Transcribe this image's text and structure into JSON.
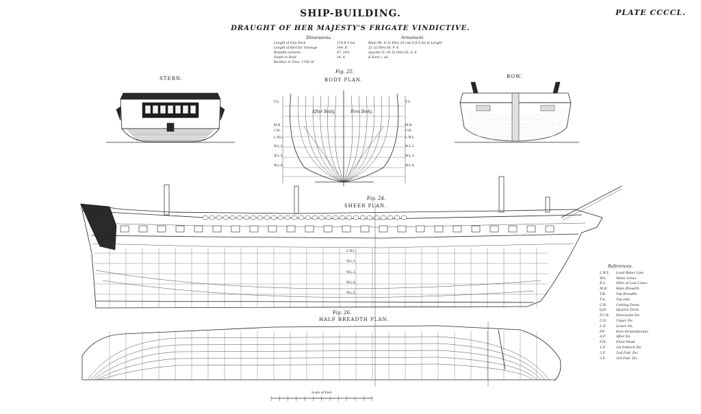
{
  "header": {
    "title": "SHIP-BUILDING.",
    "plate": "PLATE CCCCL.",
    "subtitle": "DRAUGHT OF HER MAJESTY'S FRIGATE VINDICTIVE."
  },
  "dimensions": {
    "heading": "Dimensions.",
    "rows": [
      {
        "label": "Length of Gun Deck",
        "value": "178 ft 4 ins."
      },
      {
        "label": "Length of Keel for Tonnage",
        "value": "149.  ft."
      },
      {
        "label": "Breadth extreme",
        "value": "47.  10½"
      },
      {
        "label": "Depth in Hold",
        "value": "14.  4"
      },
      {
        "label": "Burthen in Tons, 1758 26",
        "value": ""
      }
    ]
  },
  "armament": {
    "heading": "Armament.",
    "rows": [
      "Main Dk. 4  32 Pdrs 10 cwt 9 ft 6 ins in Length",
      "22  32 Pdrs 56.  9.  6.",
      "Quarter D. 10  32 Pdrs 65.  8.  6.",
      "& Fore c. do."
    ]
  },
  "figures": {
    "stern": "STERN.",
    "bow": "BOW.",
    "fig25": "Fig. 25.",
    "body_plan": "BODY PLAN.",
    "after_body": "After Body.",
    "fore_body": "Fore Body.",
    "fig24": "Fig. 24.",
    "sheer_plan": "SHEER PLAN.",
    "fig26": "Fig. 26.",
    "half_breadth": "HALF BREADTH PLAN.",
    "scale": "Scale of Feet"
  },
  "body_plan_marks": [
    "T.S.",
    "M.B.",
    "U.H.",
    "L.W.L.",
    "W.L.2.",
    "W.L.3.",
    "W.L.4."
  ],
  "sheer_marks": [
    "L.W.L.",
    "W.L.2.",
    "W.L.3.",
    "W.L.4.",
    "W.L.5."
  ],
  "references": {
    "heading": "References.",
    "items": [
      {
        "key": "L.W.L.",
        "text": "Load Water Line."
      },
      {
        "key": "W.L.",
        "text": "Water Lines."
      },
      {
        "key": "R.L.",
        "text": "Ditto of Low Lines."
      },
      {
        "key": "M.B.",
        "text": "Main Breadth."
      },
      {
        "key": "T.B.",
        "text": "Top Breadth."
      },
      {
        "key": "T.S.",
        "text": "Top side."
      },
      {
        "key": "C.R.",
        "text": "Cutting Down."
      },
      {
        "key": "Q.D.",
        "text": "Quarter Deck."
      },
      {
        "key": "F.C.R.",
        "text": "Forecastle Do."
      },
      {
        "key": "U.D.",
        "text": "Upper  Do."
      },
      {
        "key": "L.D.",
        "text": "Lower  Do."
      },
      {
        "key": "P.P.",
        "text": "Fore Perpendicular."
      },
      {
        "key": "A.P.",
        "text": "After  Do."
      },
      {
        "key": "F.H.",
        "text": "Floor Head."
      },
      {
        "key": "1.F.",
        "text": "1st Futtock Do."
      },
      {
        "key": "2.F.",
        "text": "2nd Futt. Do."
      },
      {
        "key": "3.F.",
        "text": "3rd Futt. Do."
      }
    ]
  }
}
